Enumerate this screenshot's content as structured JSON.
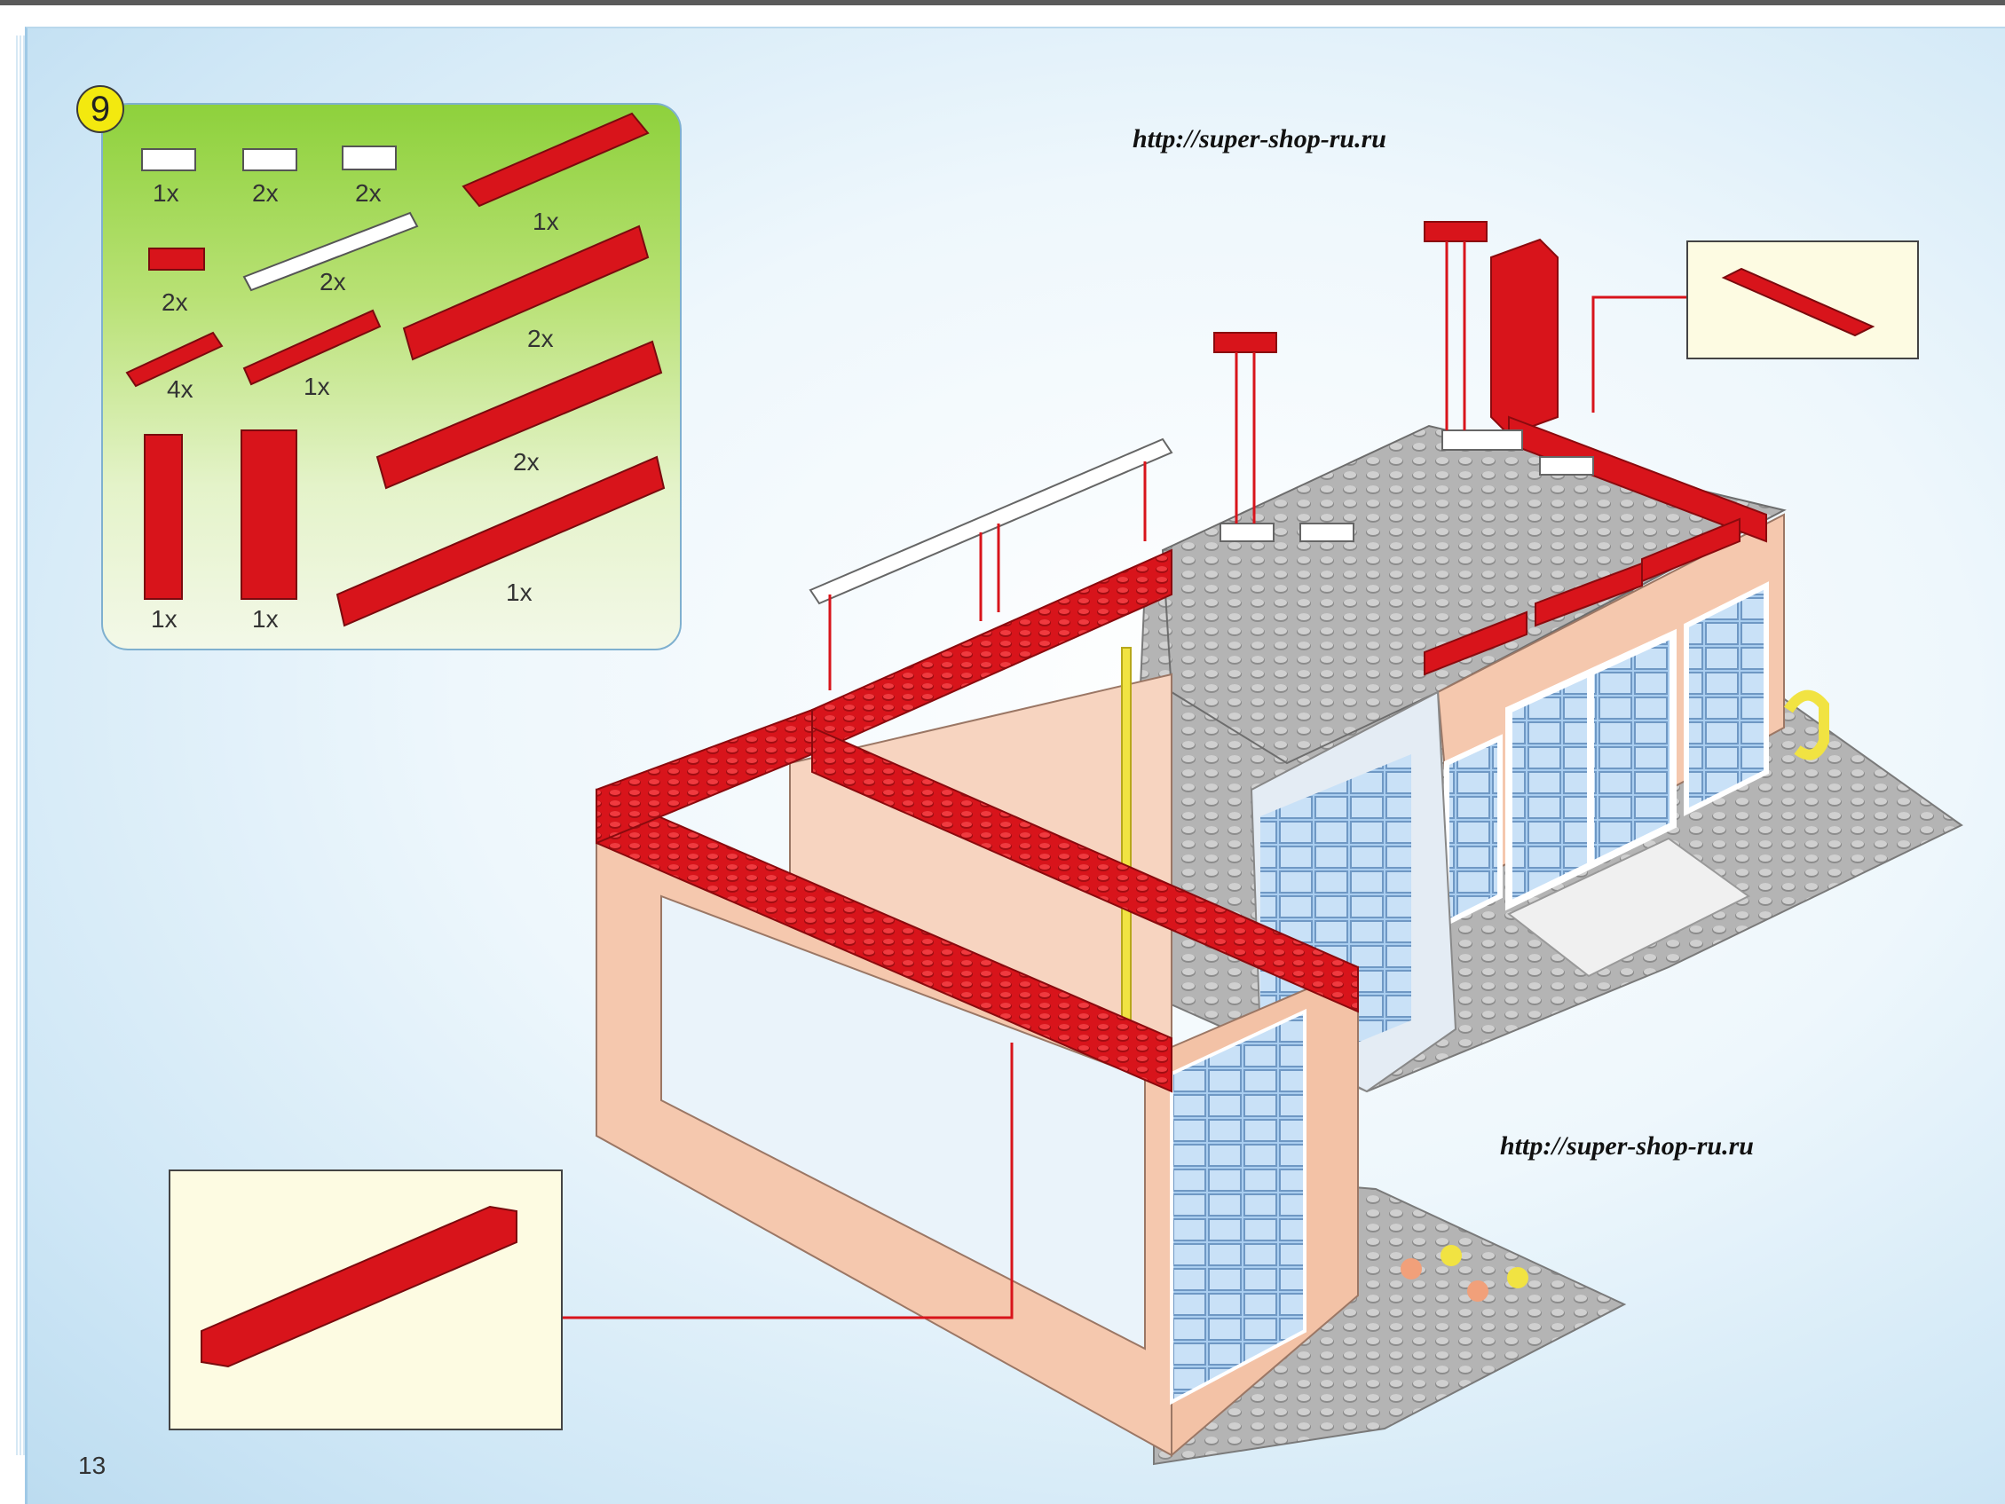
{
  "step": {
    "number": "9"
  },
  "parts": [
    {
      "id": "p1",
      "qty": "1x"
    },
    {
      "id": "p2",
      "qty": "2x"
    },
    {
      "id": "p3",
      "qty": "2x"
    },
    {
      "id": "p4",
      "qty": "1x"
    },
    {
      "id": "p5",
      "qty": "2x"
    },
    {
      "id": "p6",
      "qty": "2x"
    },
    {
      "id": "p7",
      "qty": "2x"
    },
    {
      "id": "p8",
      "qty": "4x"
    },
    {
      "id": "p9",
      "qty": "1x"
    },
    {
      "id": "p10",
      "qty": "2x"
    },
    {
      "id": "p11",
      "qty": "1x"
    },
    {
      "id": "p12",
      "qty": "1x"
    },
    {
      "id": "p13",
      "qty": "1x"
    }
  ],
  "watermarks": [
    "http://super-shop-ru.ru",
    "http://super-shop-ru.ru"
  ],
  "page_number": "13",
  "colors": {
    "brick_red": "#d8141b",
    "baseplate_gray": "#a8a8a8",
    "wall_peach": "#f5c8ae",
    "window_blue": "#a9cdef",
    "parts_green": "#8ed13c"
  }
}
